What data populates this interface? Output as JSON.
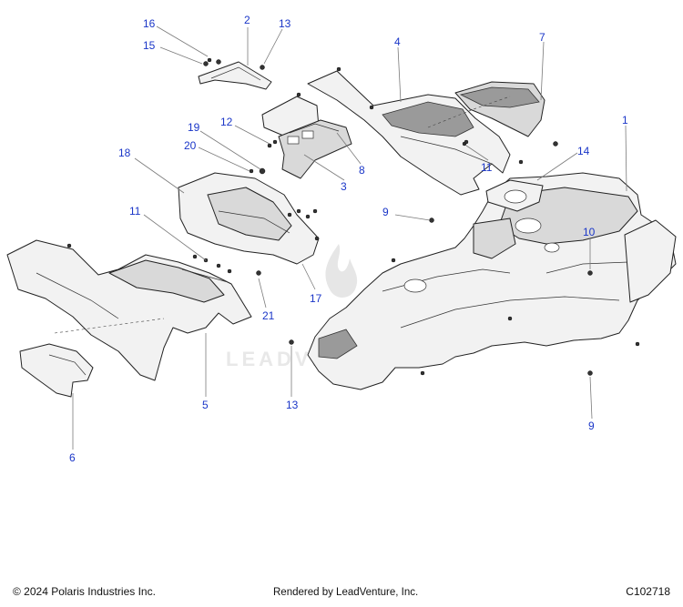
{
  "callouts": [
    "16",
    "2",
    "13",
    "15",
    "4",
    "7",
    "1",
    "12",
    "19",
    "20",
    "8",
    "3",
    "11",
    "14",
    "18",
    "11",
    "9",
    "10",
    "17",
    "21",
    "5",
    "13",
    "9",
    "6"
  ],
  "watermark": {
    "text": "LEADVENTURE"
  },
  "footer": {
    "copyright": "© 2024 Polaris Industries Inc.",
    "rendered_by": "Rendered by LeadVenture, Inc.",
    "diagram_code": "C102718"
  }
}
